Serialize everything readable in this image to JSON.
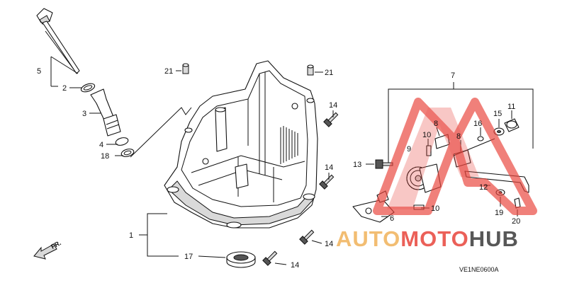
{
  "callouts": {
    "c1": "1",
    "c2": "2",
    "c3": "3",
    "c4": "4",
    "c5": "5",
    "c6": "6",
    "c7": "7",
    "c8a": "8",
    "c8b": "8",
    "c9": "9",
    "c10a": "10",
    "c10b": "10",
    "c11": "11",
    "c12": "12",
    "c13": "13",
    "c14a": "14",
    "c14b": "14",
    "c14c": "14",
    "c14d": "14",
    "c15": "15",
    "c16": "16",
    "c17": "17",
    "c18": "18",
    "c19": "19",
    "c20": "20",
    "c21a": "21",
    "c21b": "21"
  },
  "direction_label": "FR.",
  "diagram_code": "VE1NE0600A",
  "watermark": {
    "part1": "AUTO",
    "part2": "MOTO",
    "part3": "HUB",
    "color_primary": "#e8453c",
    "color_secondary": "#f0b25a",
    "color_dark": "#3a3a3a"
  }
}
